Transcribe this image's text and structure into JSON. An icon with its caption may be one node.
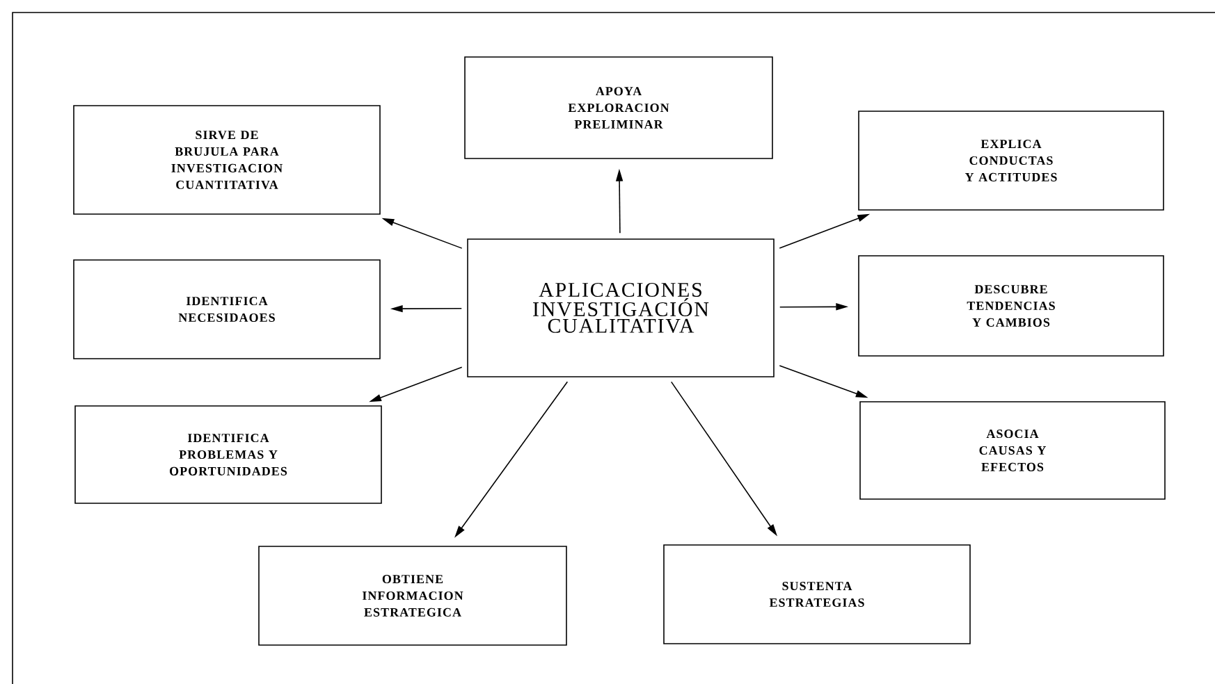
{
  "diagram": {
    "nodes": [
      {
        "text": [
          "APLICACIONES INVESTIGACIÓN CUALITATIVA"
        ]
      },
      {
        "text": [
          "APOYA EXPLORACION PRELIMINAR"
        ]
      },
      {
        "text": [
          "SIRVE DE BRUJULA PARA INVESTIGACION CUANTITATIVA"
        ]
      },
      {
        "text": [
          "EXPLICA CONDUCTAS Y ACTITUDES"
        ]
      },
      {
        "text": [
          "IDENTIFICA NECESIDAOES"
        ]
      },
      {
        "text": [
          "DESCUBRE TENDENCIAS Y CAMBIOS"
        ]
      },
      {
        "text": [
          "IDENTIFICA PROBLEMAS Y OPORTUNIDADES"
        ]
      },
      {
        "text": [
          "ASOCIA CAUSAS Y EFECTOS"
        ]
      },
      {
        "text": [
          "OBTIENE INFORMACION ESTRATEGICA"
        ]
      },
      {
        "text": [
          "SUSTENTA ESTRATEGIAS"
        ]
      }
    ],
    "edges": [
      {
        "from": 0,
        "to": 1,
        "arrow": "to"
      },
      {
        "from": 0,
        "to": 2,
        "arrow": "to"
      },
      {
        "from": 0,
        "to": 3,
        "arrow": "to"
      },
      {
        "from": 0,
        "to": 4,
        "arrow": "to"
      },
      {
        "from": 0,
        "to": 5,
        "arrow": "to"
      },
      {
        "from": 0,
        "to": 6,
        "arrow": "to"
      },
      {
        "from": 0,
        "to": 7,
        "arrow": "to"
      },
      {
        "from": 0,
        "to": 8,
        "arrow": "to"
      },
      {
        "from": 0,
        "to": 9,
        "arrow": "to"
      }
    ]
  }
}
